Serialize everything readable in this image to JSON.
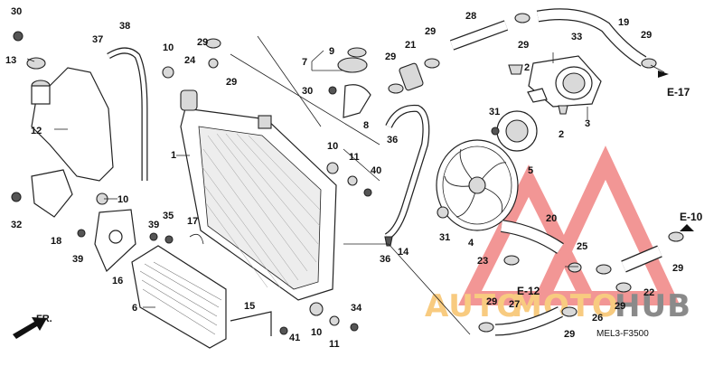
{
  "diagram": {
    "labels": {
      "p1": "1",
      "p2": "2",
      "p2b": "2",
      "p3": "3",
      "p4": "4",
      "p5": "5",
      "p6": "6",
      "p7": "7",
      "p8": "8",
      "p9": "9",
      "p10a": "10",
      "p10b": "10",
      "p10c": "10",
      "p10d": "10",
      "p11a": "11",
      "p11b": "11",
      "p12": "12",
      "p13": "13",
      "p14": "14",
      "p15": "15",
      "p16": "16",
      "p17": "17",
      "p18": "18",
      "p19": "19",
      "p20": "20",
      "p21": "21",
      "p22": "22",
      "p23": "23",
      "p24": "24",
      "p25": "25",
      "p26": "26",
      "p27": "27",
      "p28": "28",
      "p29a": "29",
      "p29b": "29",
      "p29c": "29",
      "p29d": "29",
      "p29e": "29",
      "p29f": "29",
      "p29g": "29",
      "p29h": "29",
      "p29i": "29",
      "p29j": "29",
      "p30a": "30",
      "p30b": "30",
      "p31a": "31",
      "p31b": "31",
      "p32": "32",
      "p33": "33",
      "p34": "34",
      "p35": "35",
      "p36a": "36",
      "p36b": "36",
      "p37": "37",
      "p38": "38",
      "p39a": "39",
      "p39b": "39",
      "p40": "40",
      "p41": "41"
    },
    "refs": {
      "e17": "E-17",
      "e10": "E-10",
      "e12": "E-12"
    },
    "front_arrow": "FR.",
    "diagram_code": "MEL3-F3500"
  },
  "watermark": {
    "text_a": "AUTO",
    "text_b": "MOTO",
    "text_c": "HUB",
    "red": "#e8413f",
    "orange": "#f3a21a",
    "dark": "#2b2b2b"
  }
}
